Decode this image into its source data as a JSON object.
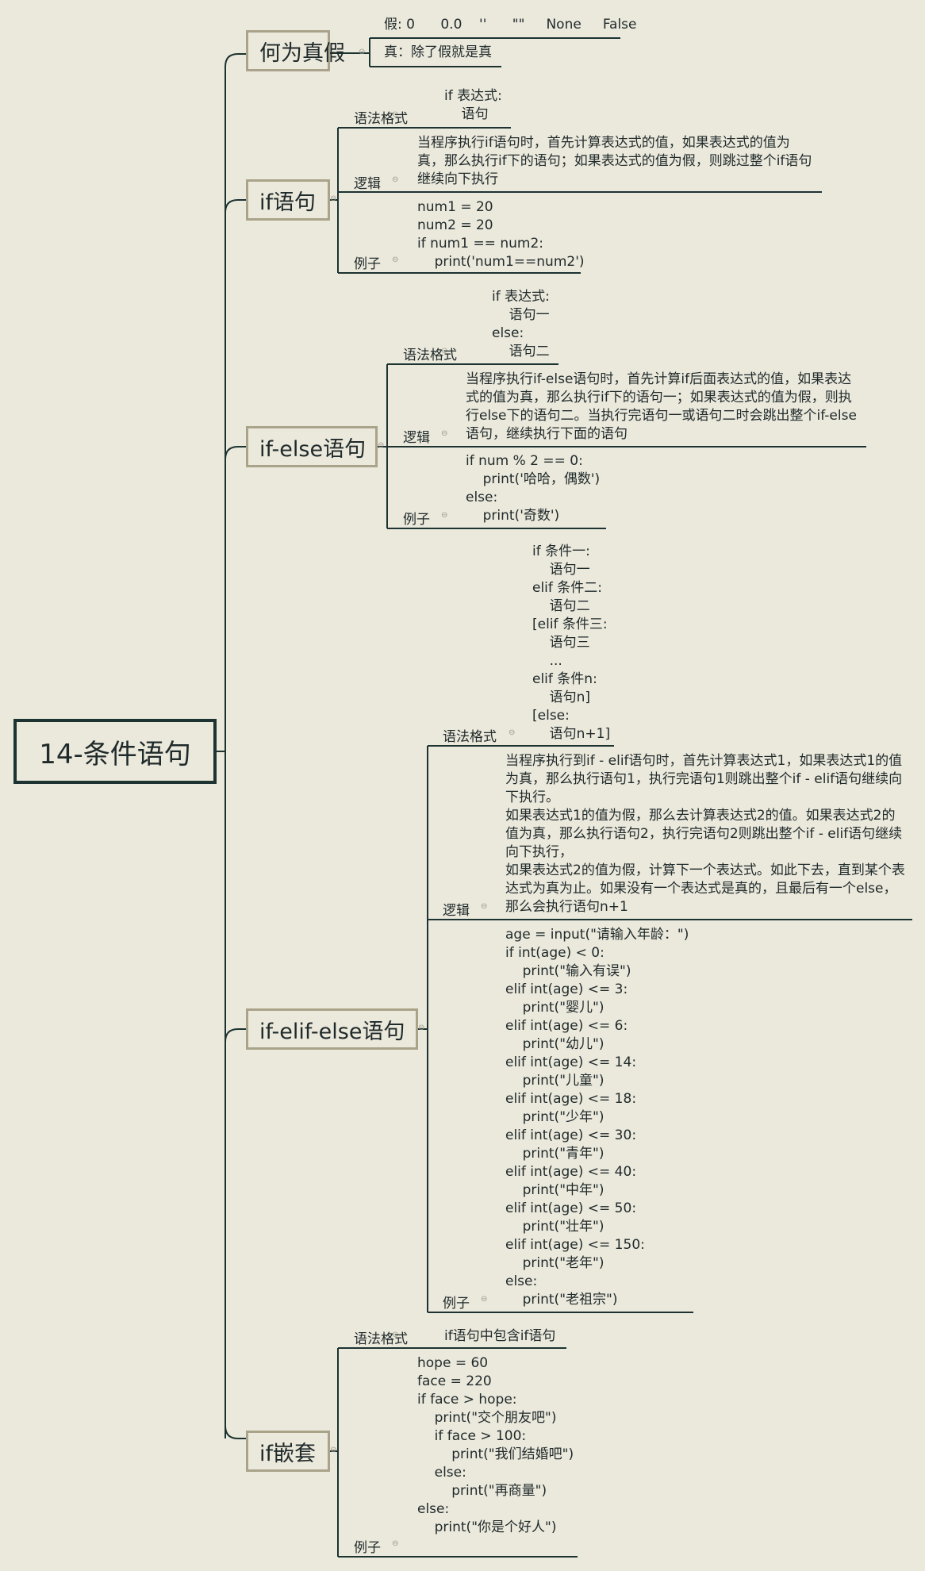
{
  "root": "14-条件语句",
  "topics": {
    "t1": "何为真假",
    "t2": "if语句",
    "t3": "if-else语句",
    "t4": "if-elif-else语句",
    "t5": "if嵌套"
  },
  "labels": {
    "syntax": "语法格式",
    "logic": "逻辑",
    "example": "例子"
  },
  "t1": {
    "false": "假: 0      0.0    ''      \"\"     None     False",
    "true": "真：除了假就是真"
  },
  "t2": {
    "syntax": "if 表达式:\n    语句",
    "logic": "当程序执行if语句时，首先计算表达式的值，如果表达式的值为\n真，那么执行if下的语句；如果表达式的值为假，则跳过整个if语句\n继续向下执行",
    "example": "num1 = 20\nnum2 = 20\nif num1 == num2:\n    print('num1==num2')"
  },
  "t3": {
    "syntax": "if 表达式:\n    语句一\nelse:\n    语句二",
    "logic": "当程序执行if-else语句时，首先计算if后面表达式的值，如果表达\n式的值为真，那么执行if下的语句一；如果表达式的值为假，则执\n行else下的语句二。当执行完语句一或语句二时会跳出整个if-else\n语句，继续执行下面的语句",
    "example": "if num % 2 == 0:\n    print('哈哈，偶数')\nelse:\n    print('奇数')"
  },
  "t4": {
    "syntax": "if 条件一:\n    语句一\nelif 条件二:\n    语句二\n[elif 条件三:\n    语句三\n    ...\nelif 条件n:\n    语句n]\n[else:\n    语句n+1]",
    "logic": "当程序执行到if - elif语句时，首先计算表达式1，如果表达式1的值\n为真，那么执行语句1，执行完语句1则跳出整个if - elif语句继续向\n下执行。\n如果表达式1的值为假，那么去计算表达式2的值。如果表达式2的\n值为真，那么执行语句2，执行完语句2则跳出整个if - elif语句继续\n向下执行，\n如果表达式2的值为假，计算下一个表达式。如此下去，直到某个表\n达式为真为止。如果没有一个表达式是真的，且最后有一个else，\n那么会执行语句n+1",
    "example": "age = input(\"请输入年龄：\")\nif int(age) < 0:\n    print(\"输入有误\")\nelif int(age) <= 3:\n    print(\"婴儿\")\nelif int(age) <= 6:\n    print(\"幼儿\")\nelif int(age) <= 14:\n    print(\"儿童\")\nelif int(age) <= 18:\n    print(\"少年\")\nelif int(age) <= 30:\n    print(\"青年\")\nelif int(age) <= 40:\n    print(\"中年\")\nelif int(age) <= 50:\n    print(\"壮年\")\nelif int(age) <= 150:\n    print(\"老年\")\nelse:\n    print(\"老祖宗\")"
  },
  "t5": {
    "syntax": "if语句中包含if语句",
    "example": "hope = 60\nface = 220\nif face > hope:\n    print(\"交个朋友吧\")\n    if face > 100:\n        print(\"我们结婚吧\")\n    else:\n        print(\"再商量\")\nelse:\n    print(\"你是个好人\")"
  }
}
